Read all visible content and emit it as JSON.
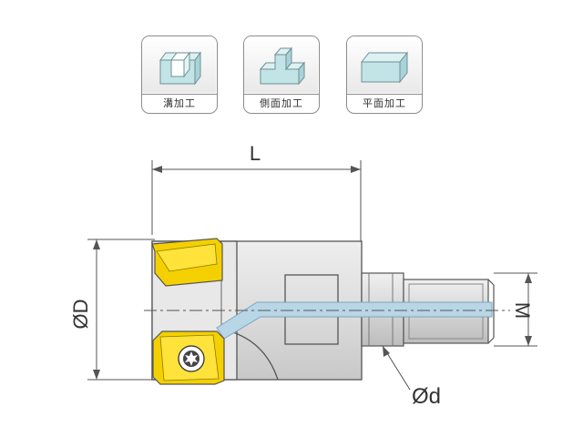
{
  "machining_types": [
    {
      "label": "溝加工",
      "icon": "groove-machining-icon"
    },
    {
      "label": "側面加工",
      "icon": "side-machining-icon"
    },
    {
      "label": "平面加工",
      "icon": "face-machining-icon"
    }
  ],
  "dimensions": {
    "length": "L",
    "diameter": "ØD",
    "thread": "M",
    "shank": "Ød"
  },
  "colors": {
    "icon_fill": "#c3e4e6",
    "icon_stroke": "#6e8f95",
    "insert_gold": "#f5d000",
    "coolant_channel": "#b9d6e6",
    "body": "#dcdcdc"
  }
}
